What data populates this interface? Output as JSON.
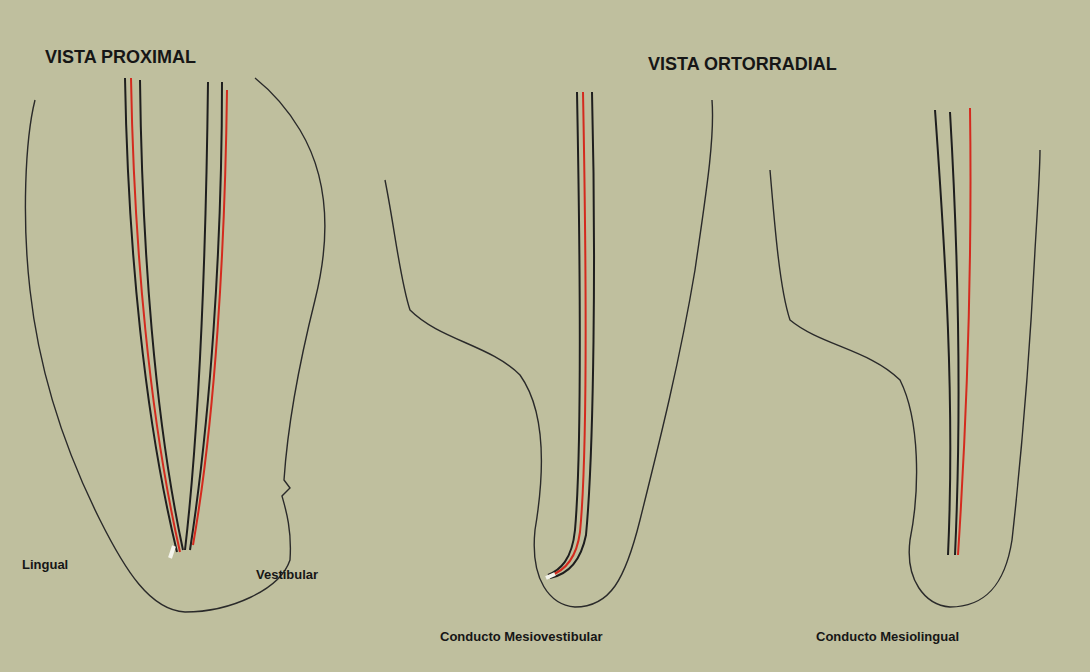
{
  "diagram": {
    "labels": [
      "VISTA PROXIMAL",
      "VISTA ORTORRADIAL",
      "Lingual",
      "Vestibular",
      "Conducto Mesiovestibular",
      "Conducto Mesiolingual"
    ]
  }
}
